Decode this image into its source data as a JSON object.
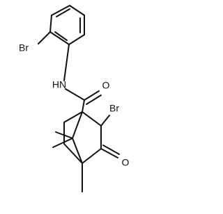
{
  "molecule": {
    "labels": {
      "br_aryl": "Br",
      "nh": "HN",
      "carbonyl_o": "O",
      "br_alkyl": "Br",
      "ketone_o": "O"
    }
  }
}
